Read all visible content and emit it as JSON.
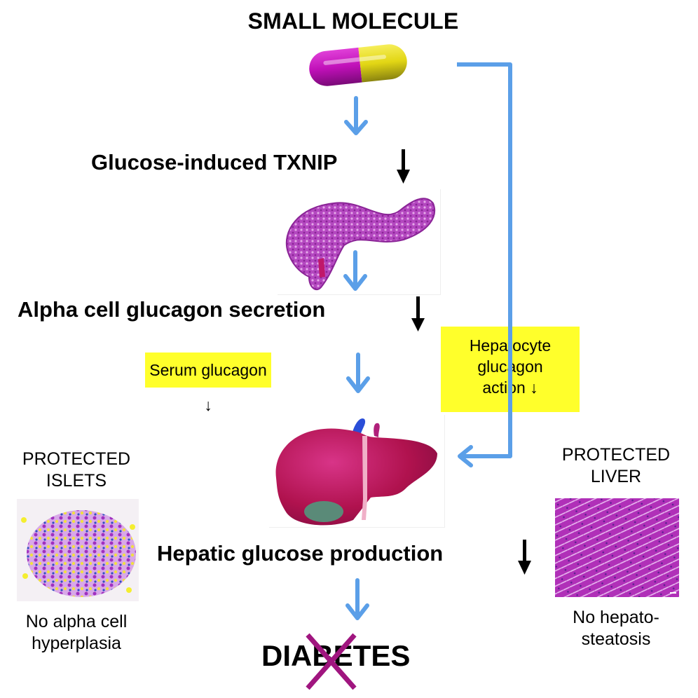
{
  "title": "SMALL MOLECULE",
  "steps": {
    "txnip": "Glucose-induced TXNIP",
    "alpha": "Alpha cell glucagon secretion",
    "hepatic": "Hepatic glucose production"
  },
  "boxes": {
    "serum": "Serum glucagon ↓",
    "hepatocyte": [
      "Hepatocyte",
      "glucagon",
      "action ↓"
    ]
  },
  "islets": {
    "title": [
      "PROTECTED",
      "ISLETS"
    ],
    "caption": [
      "No alpha cell",
      "hyperplasia"
    ]
  },
  "liver_panel": {
    "title": [
      "PROTECTED",
      "LIVER"
    ],
    "caption": [
      "No hepato-",
      "steatosis"
    ]
  },
  "outcome": "DIABETES",
  "colors": {
    "blue_arrow": "#5b9fe8",
    "highlight": "#ffff2b",
    "cross": "#a0157f",
    "pill_magenta": "#c012b8",
    "pill_yellow": "#e8dc1a",
    "liver": "#b0124e",
    "tissue": "#b040c0"
  }
}
